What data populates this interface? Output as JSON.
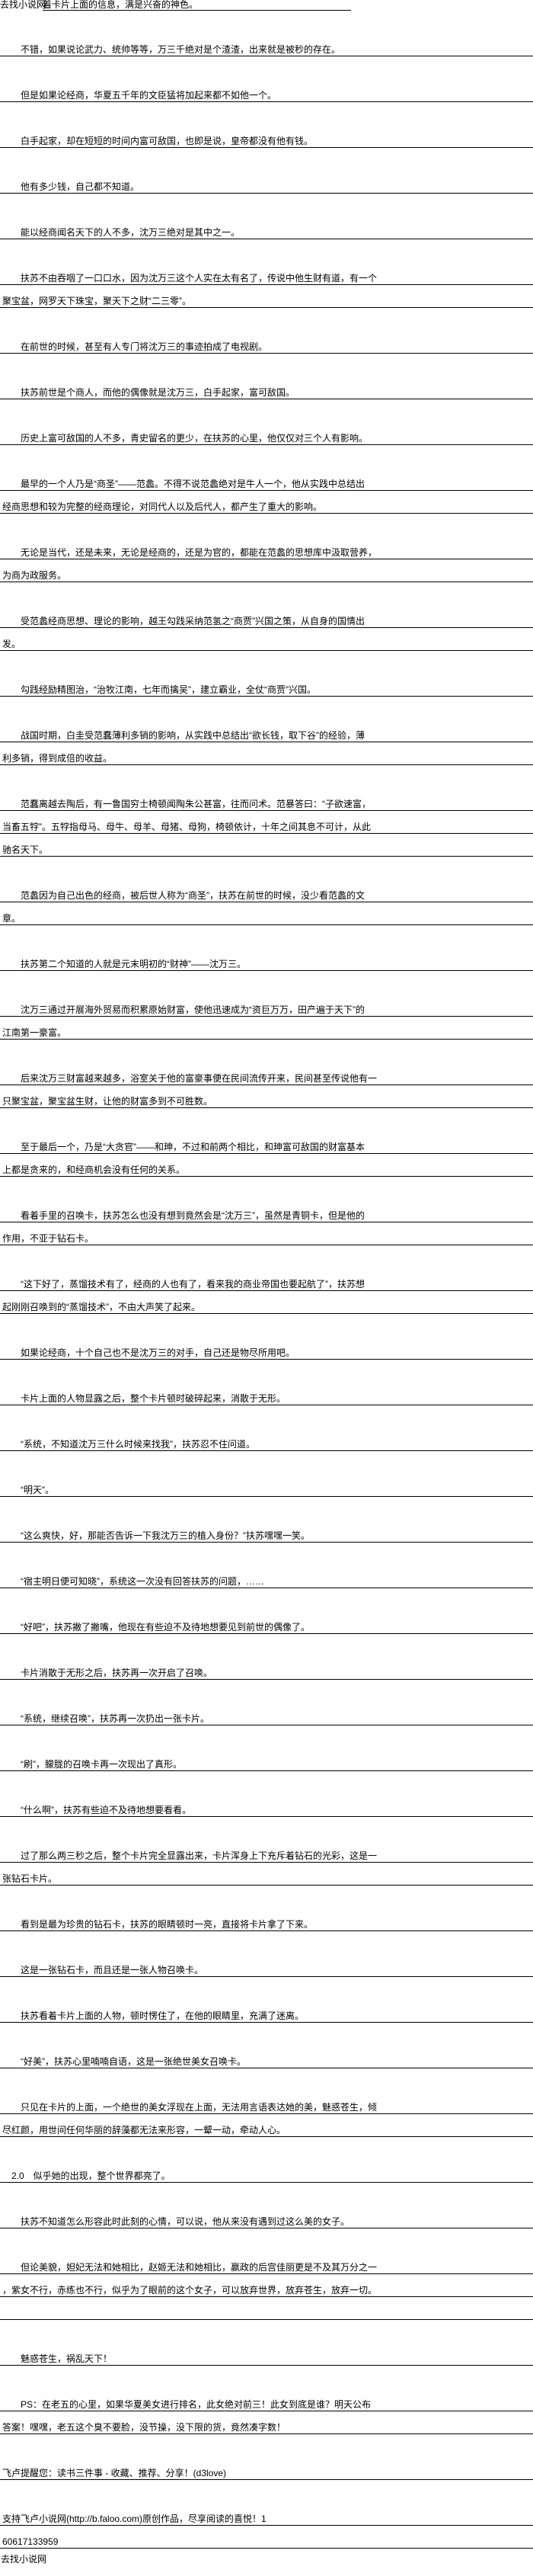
{
  "header": {
    "site_name": "去找小说网",
    "text": "着卡片上面的信息，满是兴奋的神色。"
  },
  "paragraphs": [
    {
      "lines": [
        "　　不错，如果说论武力、统帅等等，万三千绝对是个渣渣，出来就是被秒的存在。"
      ]
    },
    {
      "lines": [
        "　　但是如果论经商，华夏五千年的文臣猛将加起来都不如他一个。"
      ]
    },
    {
      "lines": [
        "　　白手起家，却在短短的时间内富可敌国，也即是说，皇帝都没有他有钱。"
      ]
    },
    {
      "lines": [
        "　　他有多少钱，自己都不知道。"
      ]
    },
    {
      "lines": [
        "　　能以经商闻名天下的人不多，沈万三绝对是其中之一。"
      ]
    },
    {
      "lines": [
        "　　扶苏不由吞咽了一口口水，因为沈万三这个人实在太有名了，传说中他生财有道，有一个",
        "聚宝盆，网罗天下珠宝，聚天下之财“二三零”。"
      ]
    },
    {
      "lines": [
        "　　在前世的时候，甚至有人专门将沈万三的事迹拍成了电视剧。"
      ]
    },
    {
      "lines": [
        "　　扶苏前世是个商人，而他的偶像就是沈万三，白手起家，富可敌国。"
      ]
    },
    {
      "lines": [
        "　　历史上富可敌国的人不多，青史留名的更少，在扶苏的心里，他仅仅对三个人有影响。"
      ]
    },
    {
      "lines": [
        "　　最早的一个人乃是“商圣”——范蠡。不得不说范蠡绝对是牛人一个，他从实践中总结出",
        "经商思想和较为完整的经商理论，对同代人以及后代人，都产生了重大的影响。"
      ]
    },
    {
      "lines": [
        "　　无论是当代，还是未来，无论是经商的，还是为官的，都能在范蠡的思想库中汲取营养，",
        "为商为政服务。"
      ]
    },
    {
      "lines": [
        "　　受范蠡经商思想、理论的影响，越王勾践采纳范氢之“商贾”兴国之策，从自身的国情出",
        "发。"
      ]
    },
    {
      "lines": [
        "　　勾践经励精图治，“治牧江南，七年而擒吴”，建立霸业，全仗“商贾”兴国。"
      ]
    },
    {
      "lines": [
        "　　战国时期，白圭受范蠢薄利多销的影响，从实践中总结出“欲长钱，取下谷”的经验，薄",
        "利多销，得到成倍的收益。"
      ]
    },
    {
      "lines": [
        "　　范蠢离越去陶后，有一鲁国穷士椅顿闻陶朱公甚富，往而问术。范暴答曰：“子欲速富，",
        "当畜五牸”。五牸指母马、母牛、母羊、母猪、母狗，椅顿依计，十年之间其息不可计，从此",
        "驰名天下。"
      ]
    },
    {
      "lines": [
        "　　范蠡因为自己出色的经商，被后世人称为“商圣”，扶苏在前世的时候，没少看范蠡的文",
        "章。"
      ]
    },
    {
      "lines": [
        "　　扶苏第二个知道的人就是元末明初的“财神”——沈万三。"
      ]
    },
    {
      "lines": [
        "　　沈万三通过开展海外贸易而积累原始财富，使他迅速成为“资巨万万，田产遍于天下”的",
        "江南第一豪富。"
      ]
    },
    {
      "lines": [
        "　　后来沈万三财富越来越多，浴室关于他的富豪事便在民间流传开来，民间甚至传说他有一",
        "只聚宝盆，聚宝盆生财，让他的财富多到不可胜数。"
      ]
    },
    {
      "lines": [
        "　　至于最后一个，乃是“大贪官”——和珅，不过和前两个相比，和珅富可敌国的财富基本",
        "上都是贪来的，和经商机会没有任何的关系。"
      ]
    },
    {
      "lines": [
        "　　看着手里的召唤卡，扶苏怎么也没有想到竟然会是“沈万三”，虽然是青铜卡，但是他的",
        "作用，不亚于钻石卡。"
      ]
    },
    {
      "lines": [
        "　　“这下好了，蒸馏技术有了，经商的人也有了，看来我的商业帝国也要起航了”，扶苏想",
        "起刚刚召唤到的“蒸馏技术”，不由大声笑了起来。"
      ]
    },
    {
      "lines": [
        "　　如果论经商，十个自己也不是沈万三的对手，自己还是物尽所用吧。"
      ]
    },
    {
      "lines": [
        "　　卡片上面的人物显露之后，整个卡片顿时破碎起来，消散于无形。"
      ]
    },
    {
      "lines": [
        "　　“系统，不知道沈万三什么时候来找我”，扶苏忍不住问道。"
      ]
    },
    {
      "lines": [
        "　　“明天”。"
      ]
    },
    {
      "lines": [
        "　　“这么爽快，好，那能否告诉一下我沈万三的植入身份？”扶苏嘿嘿一笑。"
      ]
    },
    {
      "lines": [
        "　　“宿主明日便可知晓”，系统这一次没有回答扶苏的问题，……"
      ]
    },
    {
      "lines": [
        "　　“好吧”，扶苏撇了撇嘴，他现在有些迫不及待地想要见到前世的偶像了。"
      ]
    },
    {
      "lines": [
        "　　卡片消散于无形之后，扶苏再一次开启了召唤。"
      ]
    },
    {
      "lines": [
        "　　“系统，继续召唤”，扶苏再一次扔出一张卡片。"
      ]
    },
    {
      "lines": [
        "　　“刷”，朦胧的召唤卡再一次现出了真形。"
      ]
    },
    {
      "lines": [
        "　　“什么啊”，扶苏有些迫不及待地想要看看。"
      ]
    },
    {
      "lines": [
        "　　过了那么两三秒之后，整个卡片完全显露出来，卡片浑身上下充斥着钻石的光彩，这是一",
        "张钻石卡片。"
      ]
    },
    {
      "lines": [
        "　　看到是最为珍贵的钻石卡，扶苏的眼睛顿时一亮，直接将卡片拿了下来。"
      ]
    },
    {
      "lines": [
        "　　这是一张钻石卡，而且还是一张人物召唤卡。"
      ]
    },
    {
      "lines": [
        "　　扶苏看着卡片上面的人物，顿时愣住了，在他的眼睛里，充满了迷离。"
      ]
    },
    {
      "lines": [
        "　　“好美”，扶苏心里喃喃自语，这是一张绝世美女召唤卡。"
      ]
    },
    {
      "lines": [
        "　　只见在卡片的上面，一个绝世的美女浮现在上面，无法用言语表达她的美，魅惑苍生，倾",
        "尽红颜，用世间任何华丽的辞藻都无法来形容，一颦一动，牵动人心。"
      ]
    },
    {
      "lines": [
        "　2.0　似乎她的出现，整个世界都亮了。"
      ]
    },
    {
      "lines": [
        "　　扶苏不知道怎么形容此时此刻的心情，可以说，他从来没有遇到过这么美的女子。"
      ]
    },
    {
      "lines": [
        "　　但论美貌，妲妃无法和她相比，赵姬无法和她相比，嬴政的后宫佳丽更是不及其万分之一",
        "，紫女不行，赤练也不行，似乎为了眼前的这个女子，可以放弃世界，放弃苍生，放弃一切。",
        ""
      ]
    },
    {
      "lines": [
        "　　魅惑苍生，祸乱天下！"
      ]
    },
    {
      "lines": [
        "　　PS：在老五的心里，如果华夏美女进行排名，此女绝对前三！此女到底是谁？明天公布",
        "答案！嘿嘿，老五这个臭不要脸，没节操，没下限的货，竟然凑字数！"
      ]
    },
    {
      "lines": [
        "飞卢提醒您：读书三件事 - 收藏、推荐、分享！(d3love)"
      ]
    },
    {
      "lines": [
        "支持飞卢小说网(http://b.faloo.com)原创作品，尽享阅读的喜悦！1",
        "60617133959"
      ]
    }
  ],
  "footer": {
    "site_name": "去找小说网"
  }
}
